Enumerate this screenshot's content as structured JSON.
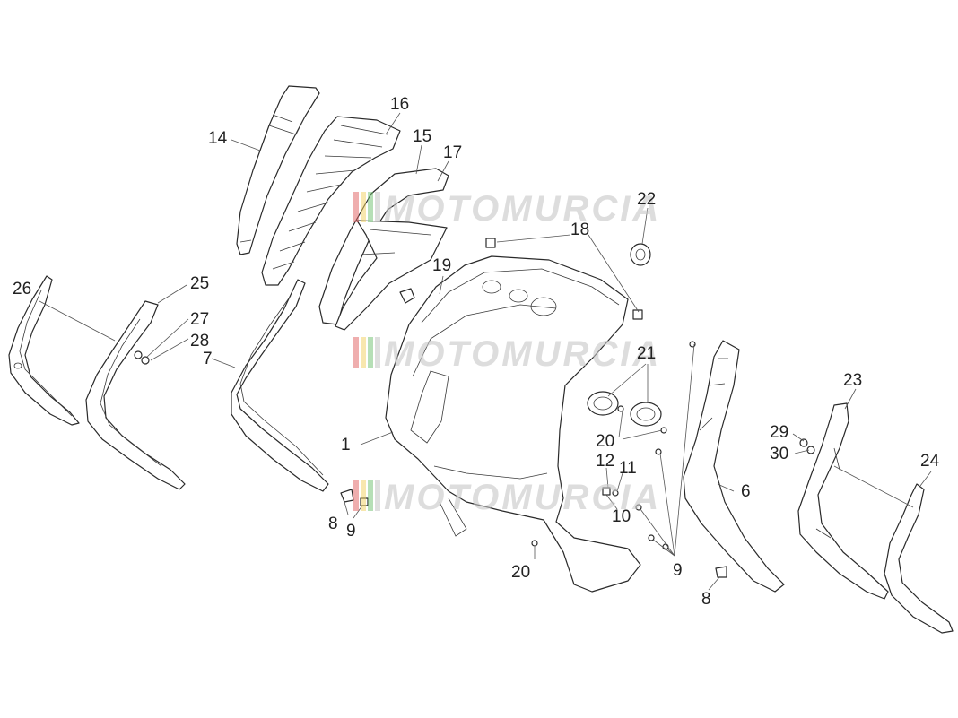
{
  "diagram": {
    "watermark": {
      "text": "MOTOMURCIA",
      "stripe_colors": [
        "#e06060",
        "#f0d060",
        "#70c070",
        "#c0c0c0"
      ]
    },
    "callouts": {
      "n1": "1",
      "n6": "6",
      "n7": "7",
      "n8a": "8",
      "n8b": "8",
      "n9a": "9",
      "n9b": "9",
      "n10": "10",
      "n11": "11",
      "n12": "12",
      "n14": "14",
      "n15": "15",
      "n16": "16",
      "n17": "17",
      "n18": "18",
      "n19": "19",
      "n20a": "20",
      "n20b": "20",
      "n21": "21",
      "n22": "22",
      "n23": "23",
      "n24": "24",
      "n25": "25",
      "n26": "26",
      "n27": "27",
      "n28": "28",
      "n29": "29",
      "n30": "30"
    }
  }
}
